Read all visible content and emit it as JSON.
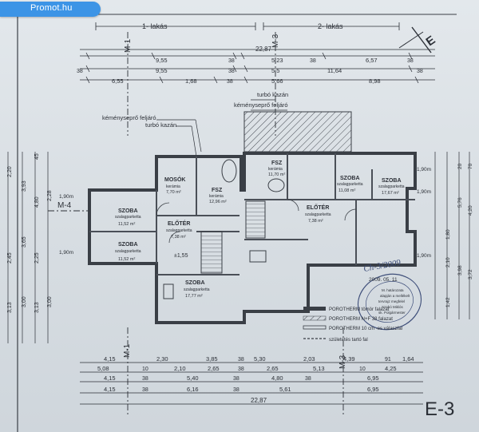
{
  "watermark": {
    "text": "Promot.hu"
  },
  "sheet": {
    "id": "E-3",
    "total_width": "22,87"
  },
  "units": {
    "left": "1- lakás",
    "right": "2- lakás"
  },
  "sections": {
    "m1": "M-1",
    "m3": "M-3",
    "m4": "M-4",
    "e": "E"
  },
  "top_dims": {
    "row1": [
      "9,55",
      "38",
      "5,23",
      "38",
      "6,57",
      "38"
    ],
    "row2": [
      "38",
      "9,55",
      "38",
      "5,5",
      "11,64",
      "38"
    ],
    "row3": [
      "6,55",
      "1,68",
      "38",
      "5,66",
      "8,98"
    ]
  },
  "bottom_dims": {
    "row1": [
      "4,15",
      "2,30",
      "3,85",
      "38",
      "5,30",
      "2,03",
      "4,39",
      "91",
      "1,64"
    ],
    "row2": [
      "5,08",
      "10",
      "2,10",
      "2,65",
      "38",
      "2,65",
      "5,13",
      "10",
      "4,25"
    ],
    "row3": [
      "4,15",
      "38",
      "5,40",
      "38",
      "4,80",
      "38",
      "6,95"
    ],
    "row4": [
      "4,15",
      "38",
      "6,16",
      "38",
      "5,61",
      "6,95"
    ]
  },
  "left_dims": [
    "2,20",
    "45",
    "3,93",
    "4,80",
    "2,28",
    "2,45",
    "3,65",
    "2,25",
    "3,13",
    "3,00",
    "3,13",
    "3,00"
  ],
  "right_dims": [
    "1,90m",
    "20",
    "70",
    "1,90m",
    "5,76",
    "4,20",
    "1,90m",
    "3,98",
    "3,72",
    "1,80",
    "2,10",
    "1,42"
  ],
  "callouts": {
    "chimney_1": "kéményseprő feljáró",
    "turbo_1": "turbó kazán",
    "turbo_2": "turbó kazán",
    "chimney_2": "kéményseprő feljáró"
  },
  "rooms": [
    {
      "name": "MOSÓK",
      "sub": "kerámia",
      "area": "7,70 m²"
    },
    {
      "name": "FSZ",
      "sub": "kerámia",
      "area": "12,96 m²"
    },
    {
      "name": "SZOBA",
      "sub": "szalagparketta",
      "area": "11,52 m²"
    },
    {
      "name": "ELŐTÉR",
      "sub": "szalagparketta",
      "area": "7,38 m²"
    },
    {
      "name": "SZOBA",
      "sub": "szalagparketta",
      "area": "11,52 m²"
    },
    {
      "name": "SZOBA",
      "sub": "szalagparketta",
      "area": "17,77 m²"
    },
    {
      "name": "FSZ",
      "sub": "kerámia",
      "area": "11,70 m²"
    },
    {
      "name": "SZOBA",
      "sub": "szalagparketta",
      "area": "11,08 m²"
    },
    {
      "name": "SZOBA",
      "sub": "szalagparketta",
      "area": "17,67 m²"
    },
    {
      "name": "ELŐTÉR",
      "sub": "szalagparketta",
      "area": "7,38 m²"
    }
  ],
  "levels": {
    "ground": "±1,55"
  },
  "window_mark": "1,90m",
  "legend": [
    {
      "label": "POROTHERM tömör falazat"
    },
    {
      "label": "POROTHERM N+F 38 falazat"
    },
    {
      "label": "POROTHERM 10 cm -es válaszfal"
    },
    {
      "label": "születetés tartó fal"
    }
  ],
  "stamp": {
    "handwriting": "Ch-3/2009",
    "date": "2009. 05. 11",
    "lines": [
      "M. határozata",
      "alapján a mellékelt",
      "tervrajz megfelel",
      "Szabó Miklós",
      "sk. Polgármester"
    ]
  },
  "colors": {
    "line": "#2b2f36",
    "wall": "#4a4f57",
    "paper": "#dde3e8",
    "badge": "#3c94e6"
  }
}
